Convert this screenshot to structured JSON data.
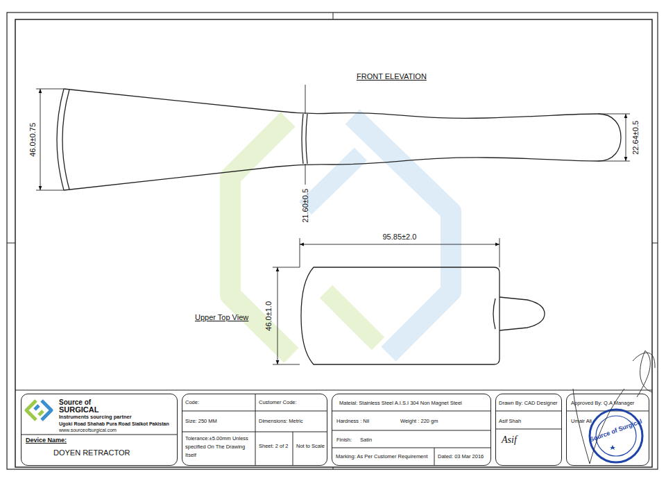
{
  "diagram": {
    "nodes": [
      {
        "text": [
          "Source of",
          "SURGICAL",
          "Instruments sourcing partner",
          "Ugoki Road Shahab Pura Road Sialkot Pakistan",
          "www.sourceofsurgical.com",
          "Device Name:",
          "DOYEN RETRACTOR"
        ]
      },
      {
        "text": [
          "Code:",
          "Customer Code:",
          "Size: 250 MM",
          "Dimensions: Metric",
          "Tolerance:±5.00mm Unless specified On The Drawing Itself",
          "Sheet: 2 of 2",
          "Not to Scale"
        ]
      },
      {
        "text": [
          "Mateial: Stainless Steel A.I.S.I 304 Non Magnet Steel",
          "Hardness : Nil",
          "Weight : 220 gm",
          "Finish:",
          "Satin",
          "Marking: As Per Customer Requirement",
          "Dated: 03 Mar 2016"
        ]
      },
      {
        "text": [
          "Drawn By: CAD Designer",
          "Asif Shah",
          "Asif"
        ]
      },
      {
        "text": [
          "Approved By: Q.A Manager",
          "Umair Ali"
        ]
      }
    ],
    "labels": [
      "FRONT ELEVATION",
      "46.0±0.75",
      "21.60±0.5",
      "22.64±0.5",
      "95.85±2.0",
      "46.0±1.0",
      "Upper Top View",
      "Source of Surgical"
    ]
  }
}
